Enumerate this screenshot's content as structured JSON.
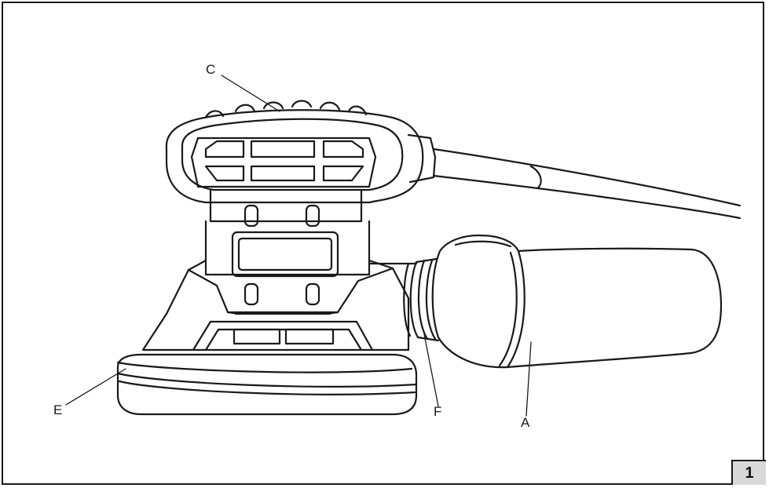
{
  "figure_number": "1",
  "callouts": {
    "a": "A",
    "c": "C",
    "e": "E",
    "f": "F"
  },
  "colors": {
    "line": "#1a1a1a",
    "badge_bg": "#d9d9d9",
    "background": "#ffffff"
  }
}
